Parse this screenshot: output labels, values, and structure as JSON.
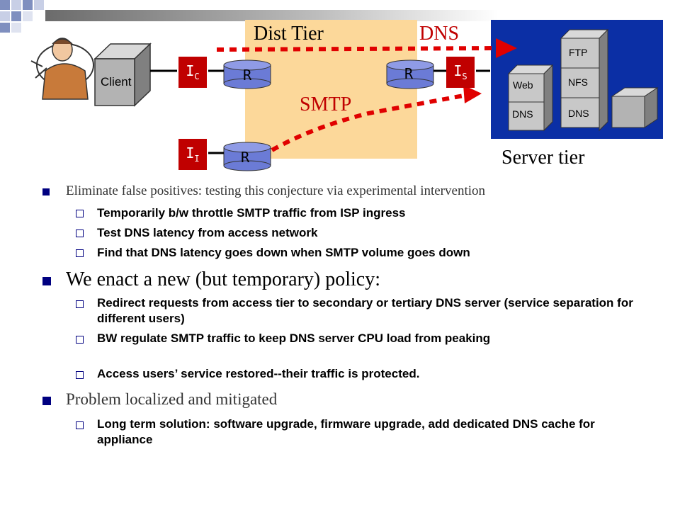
{
  "diagram": {
    "dist_tier_title": "Dist Tier",
    "smtp_label": "SMTP",
    "dns_top_label": "DNS",
    "server_tier_label": "Server tier",
    "client_label": "Client",
    "interfaces": {
      "ic": {
        "main": "I",
        "sub": "C"
      },
      "ii": {
        "main": "I",
        "sub": "I"
      },
      "is": {
        "main": "I",
        "sub": "S"
      }
    },
    "router_label": "R",
    "servers": {
      "ftp": "FTP",
      "nfs": "NFS",
      "dns_right": "DNS",
      "web": "Web",
      "dns_left": "DNS"
    }
  },
  "bullets": [
    {
      "text": "Eliminate false positives: testing this conjecture via experimental intervention",
      "children": [
        "Temporarily b/w throttle SMTP traffic from ISP ingress",
        "Test DNS latency from access network",
        "Find that DNS latency goes down when SMTP volume goes down"
      ]
    },
    {
      "text": "We enact a new (but temporary) policy:",
      "children": [
        "Redirect requests from access tier to secondary or tertiary DNS server (service separation for different users)",
        "BW regulate SMTP traffic to keep DNS server CPU load from peaking",
        "Access users’ service restored--their traffic is protected."
      ]
    },
    {
      "text": "Problem localized and mitigated",
      "children": [
        "Long term solution: software upgrade, firmware upgrade, add dedicated DNS cache for appliance"
      ]
    }
  ],
  "colors": {
    "accent_red": "#c00000",
    "server_blue": "#0b2fa5",
    "dist_fill": "#fcd89a",
    "bullet_navy": "#000080"
  }
}
